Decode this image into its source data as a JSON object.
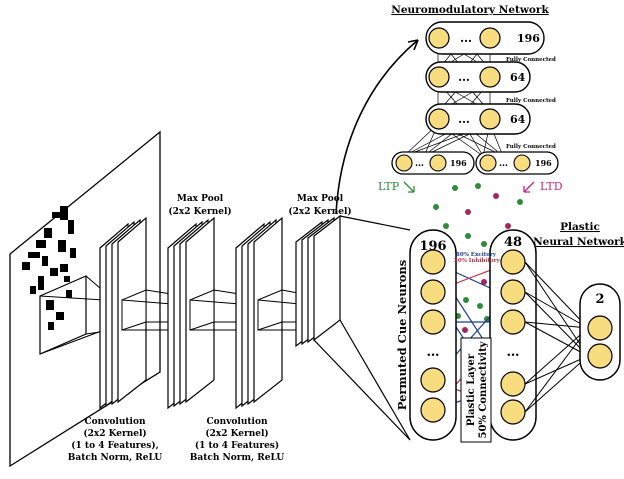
{
  "diagram": {
    "neuromod": {
      "title": "Neuromodulatory Network",
      "layers": [
        "196",
        "64",
        "64"
      ],
      "fc_labels": [
        "Fully Connected",
        "Fully Connected",
        "Fully Connected"
      ],
      "outputs": [
        "196",
        "196"
      ],
      "ellipsis": "…",
      "ltp": "LTP",
      "ltd": "LTD"
    },
    "cnn": {
      "maxpool1": [
        "Max Pool",
        "(2x2 Kernel)"
      ],
      "maxpool2": [
        "Max Pool",
        "(2x2 Kernel)"
      ],
      "conv1": [
        "Convolution",
        "(2x2 Kernel)",
        "(1 to 4 Features),",
        "Batch Norm, ReLU"
      ],
      "conv2": [
        "Convolution",
        "(2x2 Kernel)",
        "(1 to 4 Features)",
        "Batch Norm, ReLU"
      ]
    },
    "plastic": {
      "title": [
        "Plastic",
        "Neural Network"
      ],
      "input_count": "196",
      "hidden_count": "48",
      "output_count": "2",
      "input_label": "Permuted Cue Neurons",
      "layer_label": [
        "Plastic Layer",
        "50% Connectivity"
      ],
      "excitatory": "80% Excitory",
      "inhibitory": "20% Inhibitory",
      "ellipsis": "…"
    },
    "colors": {
      "neuron_fill": "#f7dc80",
      "excitatory": "#1f3f8f",
      "inhibitory": "#b8324a",
      "ltp": "#2e8b3a",
      "ltd": "#c0267f",
      "dot_green": "#2e8b3a",
      "dot_magenta": "#a0285f"
    }
  }
}
